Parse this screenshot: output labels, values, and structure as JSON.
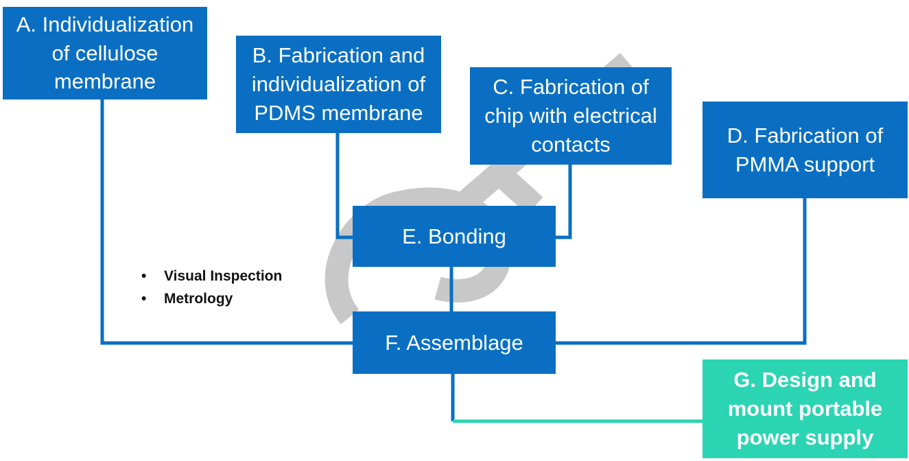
{
  "diagram": {
    "steps": [
      {
        "id": "a",
        "label": "A. Individualization\nof cellulose\nmembrane"
      },
      {
        "id": "b",
        "label": "B. Fabrication and\nindividualization of\nPDMS membrane"
      },
      {
        "id": "c",
        "label": "C. Fabrication of\nchip with electrical\ncontacts"
      },
      {
        "id": "d",
        "label": "D. Fabrication of\nPMMA support"
      },
      {
        "id": "e",
        "label": "E. Bonding"
      },
      {
        "id": "f",
        "label": "F. Assemblage"
      },
      {
        "id": "g",
        "label": "G. Design and\nmount portable\npower supply"
      }
    ],
    "quality_checks": [
      "Visual Inspection",
      "Metrology"
    ],
    "colors": {
      "process_box": "#0a6fc2",
      "power_box": "#2bd4b3",
      "connector": "#0a6fc2",
      "power_connector": "#2bd4b3",
      "cycle_arrow": "#c8c8c8"
    }
  }
}
